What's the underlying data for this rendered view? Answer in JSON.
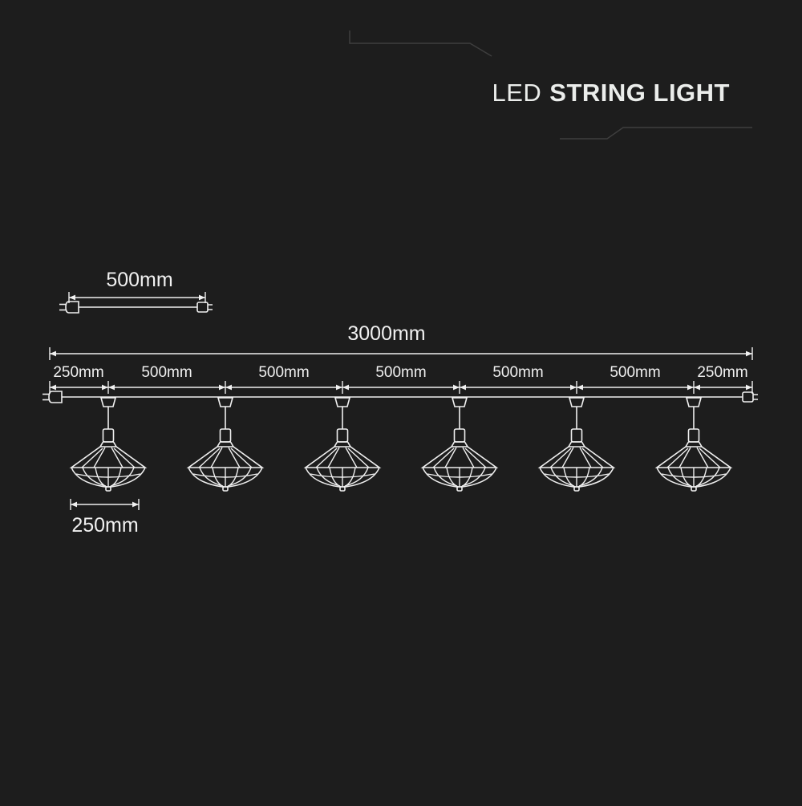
{
  "title": {
    "led": "LED",
    "rest": "STRING LIGHT"
  },
  "colors": {
    "background": "#1d1d1d",
    "line": "#f0f0f0",
    "text": "#ebedeb",
    "decor": "#3e3e3e"
  },
  "cable_diagram": {
    "length_label": "500mm"
  },
  "string_diagram": {
    "total_length_label": "3000mm",
    "segments": [
      "250mm",
      "500mm",
      "500mm",
      "500mm",
      "500mm",
      "500mm",
      "250mm"
    ],
    "lamp_count": 6,
    "lamp_dimension_label": "250mm"
  }
}
